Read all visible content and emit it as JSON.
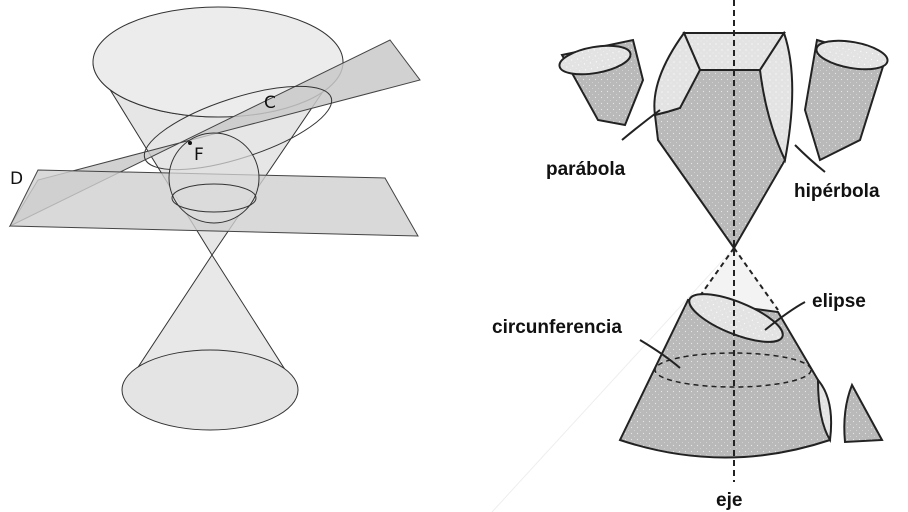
{
  "left_figure": {
    "labels": {
      "directrix": "D",
      "focus": "F",
      "circle": "C"
    }
  },
  "right_figure": {
    "labels": {
      "parabola": "parábola",
      "hyperbola": "hipérbola",
      "ellipse": "elipse",
      "circumference": "circunferencia",
      "axis": "eje"
    }
  },
  "colors": {
    "cone_fill": "#e6e6e6",
    "plane_fill": "#c8c8c8",
    "solid_fill": "#b9b9b9",
    "light_fill": "#dddddd",
    "stroke": "#222222"
  }
}
